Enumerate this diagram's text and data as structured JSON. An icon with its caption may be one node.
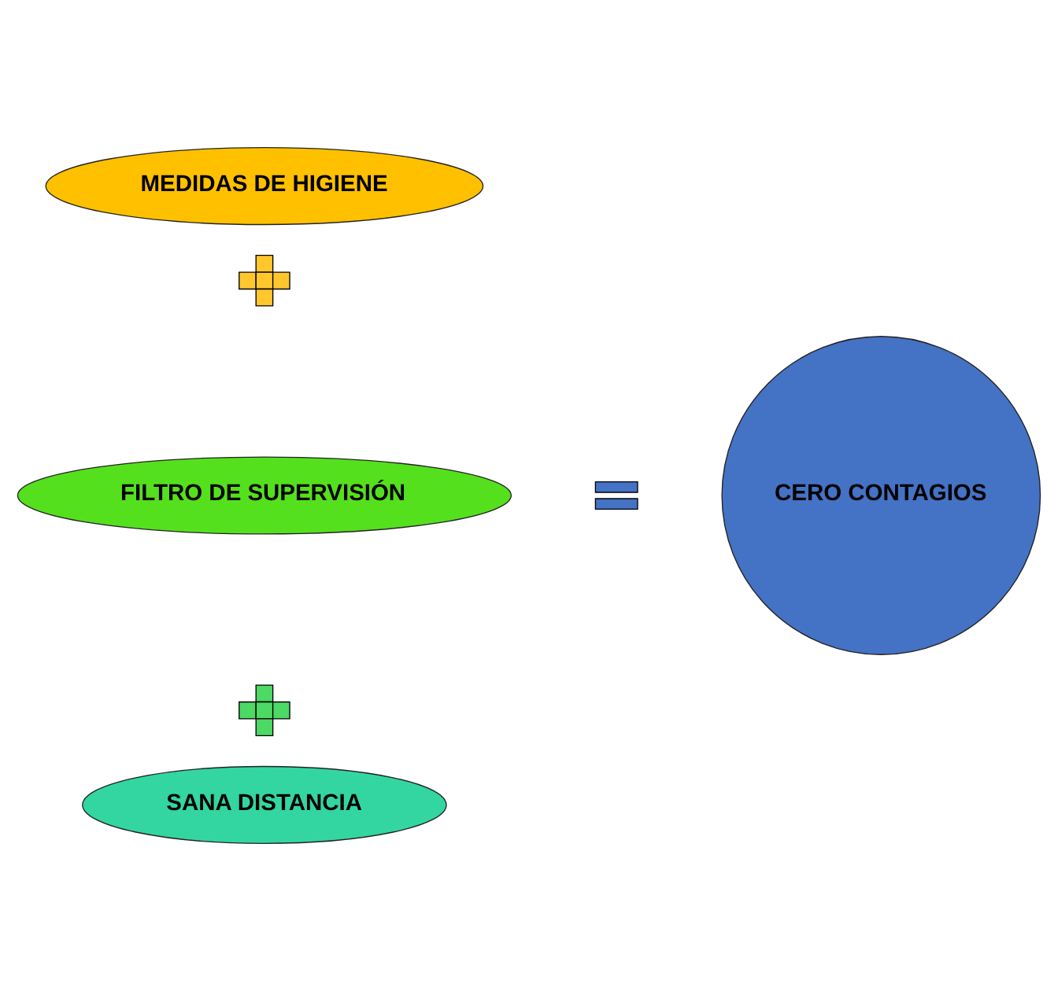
{
  "diagram": {
    "nodes": [
      {
        "text": [
          "MEDIDAS DE HIGIENE"
        ]
      },
      {
        "text": [],
        "shape": "plus"
      },
      {
        "text": [
          "FILTRO DE SUPERVISIÓN"
        ]
      },
      {
        "text": [],
        "shape": "plus"
      },
      {
        "text": [
          "SANA DISTANCIA"
        ]
      },
      {
        "text": [],
        "shape": "equals"
      },
      {
        "text": [
          "CERO CONTAGIOS"
        ]
      }
    ],
    "edges": []
  }
}
